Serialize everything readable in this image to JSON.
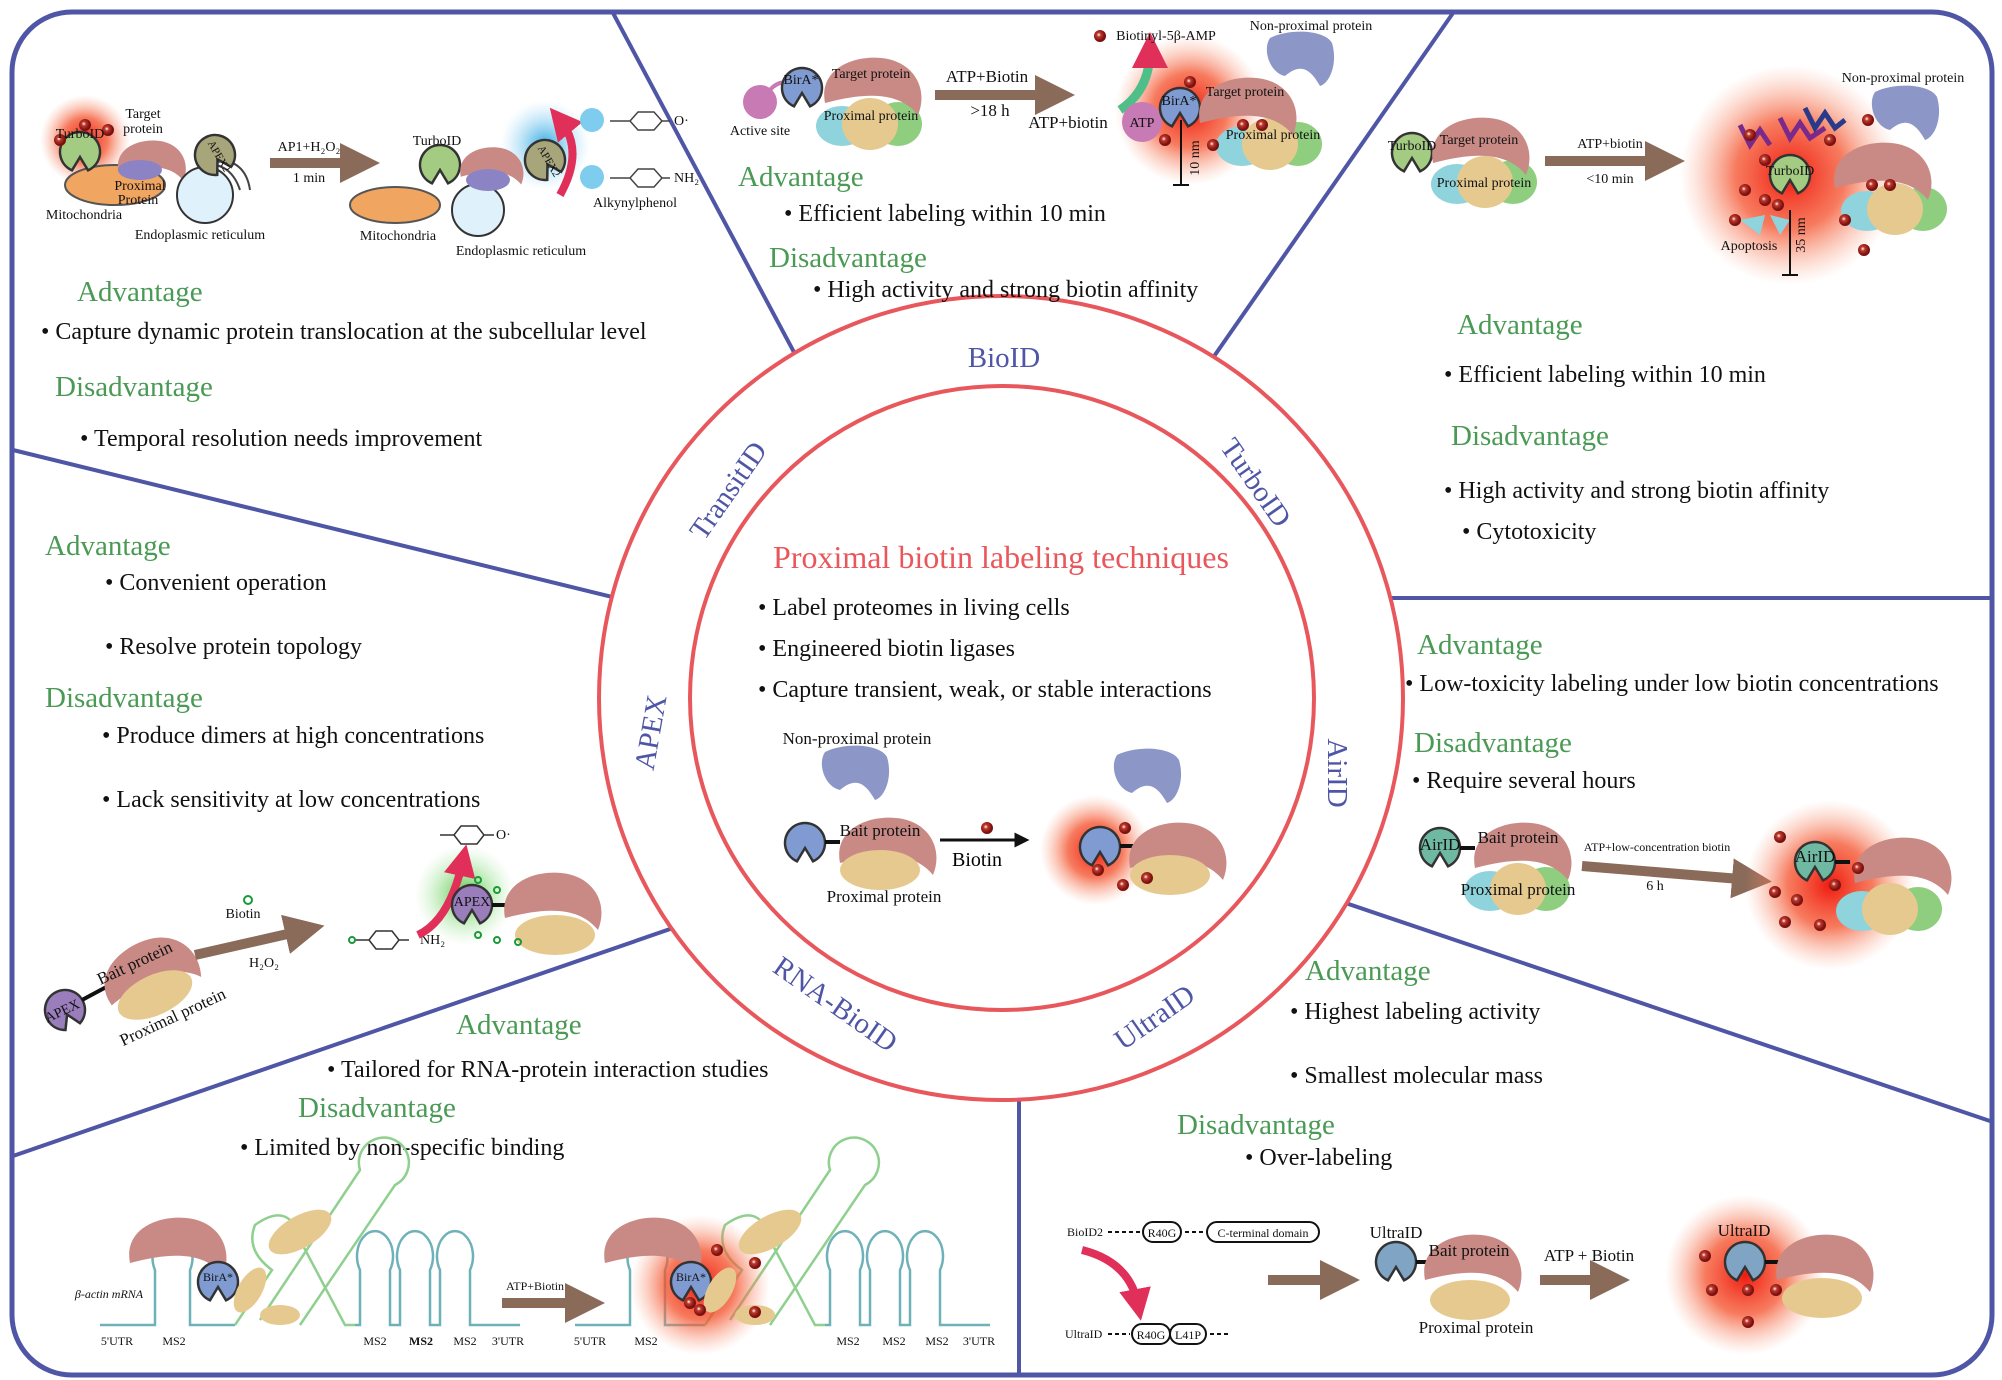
{
  "center": {
    "title": "Proximal biotin labeling techniques",
    "bullets": [
      "• Label proteomes in living cells",
      "• Engineered biotin ligases",
      "• Capture transient, weak, or stable interactions"
    ],
    "labels": {
      "non_proximal": "Non-proximal protein",
      "bait": "Bait protein",
      "proximal": "Proximal protein",
      "biotin": "Biotin"
    }
  },
  "ring_labels": {
    "bioid": "BioID",
    "turboid": "TurboID",
    "airid": "AirID",
    "ultraid": "UltraID",
    "rna_bioid": "RNA-BioID",
    "apex": "APEX",
    "transitid": "TransitID"
  },
  "sections": {
    "transitid": {
      "advantage": "Advantage",
      "adv_items": [
        "• Capture dynamic protein translocation at the subcellular level"
      ],
      "disadvantage": "Disadvantage",
      "dis_items": [
        "• Temporal resolution needs improvement"
      ],
      "labels": {
        "turboid": "TurboID",
        "target": "Target",
        "protein": "protein",
        "proximal": "Proximal",
        "protein2": "Protein",
        "mito": "Mitochondria",
        "er": "Endoplasmic reticulum",
        "reagent": "AP1+H₂O₂",
        "time": "1 min",
        "apex2": "APEX2",
        "alkyn": "Alkynylphenol",
        "o": "O·",
        "nh2": "NH₂"
      }
    },
    "bioid": {
      "advantage": "Advantage",
      "adv_items": [
        "• Efficient labeling within 10 min"
      ],
      "disadvantage": "Disadvantage",
      "dis_items": [
        "• High activity and strong biotin affinity"
      ],
      "labels": {
        "active_site": "Active site",
        "bira": "BirA*",
        "target": "Target protein",
        "proximal": "Proximal protein",
        "reagent": "ATP+Biotin",
        "time": ">18 h",
        "atp_biotin": "ATP+biotin",
        "amp": "Biotinyl-5β-AMP",
        "non_proximal": "Non-proximal protein",
        "atp": "ATP",
        "range": "10 nm"
      }
    },
    "turboid": {
      "advantage": "Advantage",
      "adv_items": [
        "• Efficient labeling within 10 min"
      ],
      "disadvantage": "Disadvantage",
      "dis_items": [
        "• High activity and strong biotin affinity",
        "• Cytotoxicity"
      ],
      "labels": {
        "turboid": "TurboID",
        "target": "Target protein",
        "proximal": "Proximal protein",
        "reagent": "ATP+biotin",
        "time": "<10 min",
        "non_proximal": "Non-proximal protein",
        "apoptosis": "Apoptosis",
        "range": "35 nm"
      }
    },
    "apex": {
      "advantage": "Advantage",
      "adv_items": [
        "• Convenient operation",
        "• Resolve protein topology"
      ],
      "disadvantage": "Disadvantage",
      "dis_items": [
        "• Produce dimers at high concentrations",
        "• Lack sensitivity at low concentrations"
      ],
      "labels": {
        "biotin": "Biotin",
        "h2o2": "H₂O₂",
        "bait": "Bait protein",
        "proximal": "Proximal protein",
        "apex": "APEX",
        "nh2": "NH₂",
        "o": "O·"
      }
    },
    "airid": {
      "advantage": "Advantage",
      "adv_items": [
        "• Low-toxicity labeling under low biotin concentrations"
      ],
      "disadvantage": "Disadvantage",
      "dis_items": [
        "• Require several hours"
      ],
      "labels": {
        "airid": "AirID",
        "bait": "Bait protein",
        "proximal": "Proximal protein",
        "reagent": "ATP+low-concentration biotin",
        "time": "6 h"
      }
    },
    "ultraid": {
      "advantage": "Advantage",
      "adv_items": [
        "• Highest labeling activity",
        "• Smallest molecular mass"
      ],
      "disadvantage": "Disadvantage",
      "dis_items": [
        "• Over-labeling"
      ],
      "labels": {
        "bioid2": "BioID2",
        "r40g": "R40G",
        "cterm": "C-terminal domain",
        "ultraid": "UltraID",
        "l41p": "L41P",
        "bait": "Bait protein",
        "proximal": "Proximal protein",
        "reagent": "ATP + Biotin"
      }
    },
    "rna_bioid": {
      "advantage": "Advantage",
      "adv_items": [
        "• Tailored for RNA-protein interaction studies"
      ],
      "disadvantage": "Disadvantage",
      "dis_items": [
        "• Limited by non-specific binding"
      ],
      "labels": {
        "mrna": "β-actin mRNA",
        "utr5": "5'UTR",
        "ms2": "MS2",
        "utr3": "3'UTR",
        "reagent": "ATP+Biotin",
        "bira": "BirA*"
      }
    }
  },
  "colors": {
    "divider": "#4f56a6",
    "ring": "#e8575b",
    "advantage": "#4a9a55",
    "title": "#e8575b",
    "arrow": "#8a6a58",
    "glow": "#f02a1a"
  }
}
